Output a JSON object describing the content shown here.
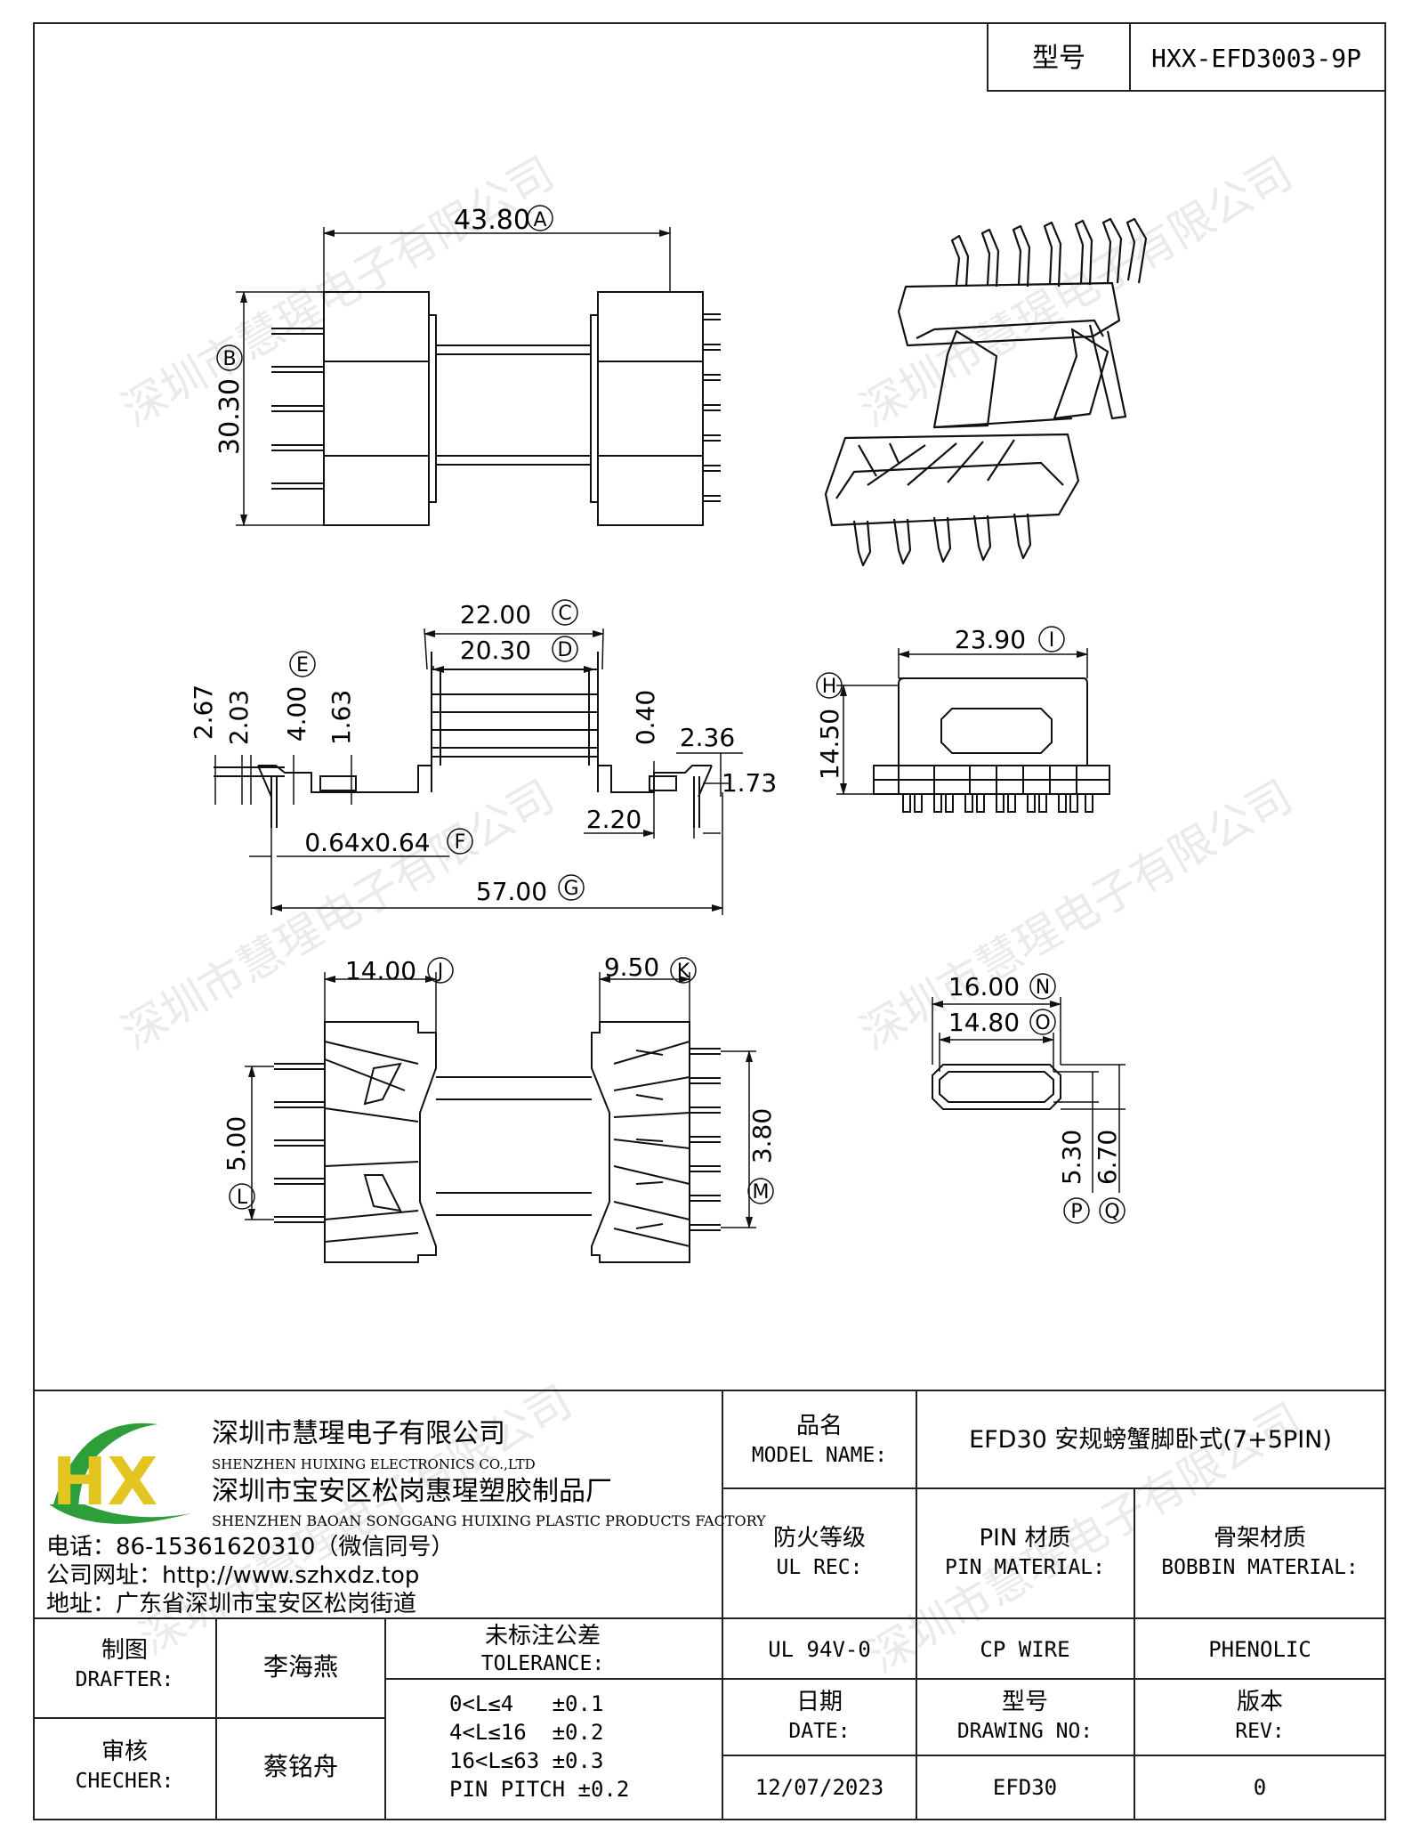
{
  "header": {
    "model_label": "型号",
    "model_value": "HXX-EFD3003-9P"
  },
  "watermark": "深圳市慧瑆电子有限公司",
  "dims": {
    "A": "43.80",
    "A_mark": "A",
    "B": "30.30",
    "B_mark": "B",
    "C": "22.00",
    "C_mark": "C",
    "D": "20.30",
    "D_mark": "D",
    "E_mark": "E",
    "F": "0.64x0.64",
    "F_mark": "F",
    "G": "57.00",
    "G_mark": "G",
    "H": "14.50",
    "H_mark": "H",
    "I": "23.90",
    "I_mark": "I",
    "J": "14.00",
    "J_mark": "J",
    "K": "9.50",
    "K_mark": "K",
    "L": "5.00",
    "L_mark": "L",
    "M": "3.80",
    "M_mark": "M",
    "N": "16.00",
    "N_mark": "N",
    "O": "14.80",
    "O_mark": "O",
    "P": "5.30",
    "P_mark": "P",
    "Q": "6.70",
    "Q_mark": "Q",
    "v267": "2.67",
    "v203": "2.03",
    "v400": "4.00",
    "v163": "1.63",
    "v040": "0.40",
    "v236": "2.36",
    "v173": "1.73",
    "v220": "2.20"
  },
  "company": {
    "name_cn": "深圳市慧瑆电子有限公司",
    "name_en": "SHENZHEN HUIXING ELECTRONICS CO.,LTD",
    "factory_cn": "深圳市宝安区松岗惠瑆塑胶制品厂",
    "factory_en": "SHENZHEN BAOAN SONGGANG HUIXING PLASTIC PRODUCTS FACTORY",
    "phone": "电话：86-15361620310（微信同号）",
    "website": "公司网址：http://www.szhxdz.top",
    "address": "地址：广东省深圳市宝安区松岗街道",
    "logo_letters": "HX"
  },
  "titleblock": {
    "model_name_cn": "品名",
    "model_name_en": "MODEL NAME:",
    "model_name_value": "EFD30 安规螃蟹脚卧式(7+5PIN)",
    "ul_rec_cn": "防火等级",
    "ul_rec_en": "UL REC:",
    "pin_material_cn": "PIN 材质",
    "pin_material_en": "PIN MATERIAL:",
    "bobbin_material_cn": "骨架材质",
    "bobbin_material_en": "BOBBIN MATERIAL:",
    "ul_value": "UL 94V-0",
    "pin_value": "CP WIRE",
    "bobbin_value": "PHENOLIC",
    "drafter_cn": "制图",
    "drafter_en": "DRAFTER:",
    "drafter_name": "李海燕",
    "checker_cn": "审核",
    "checker_en": "CHECHER:",
    "checker_name": "蔡铭舟",
    "tolerance_cn": "未标注公差",
    "tolerance_en": "TOLERANCE:",
    "tolerances": [
      "0<L≤4   ±0.1",
      "4<L≤16  ±0.2",
      "16<L≤63 ±0.3",
      "PIN PITCH ±0.2"
    ],
    "date_cn": "日期",
    "date_en": "DATE:",
    "date_value": "12/07/2023",
    "drawing_no_cn": "型号",
    "drawing_no_en": "DRAWING NO:",
    "drawing_no_value": "EFD30",
    "rev_cn": "版本",
    "rev_en": "REV:",
    "rev_value": "0"
  }
}
